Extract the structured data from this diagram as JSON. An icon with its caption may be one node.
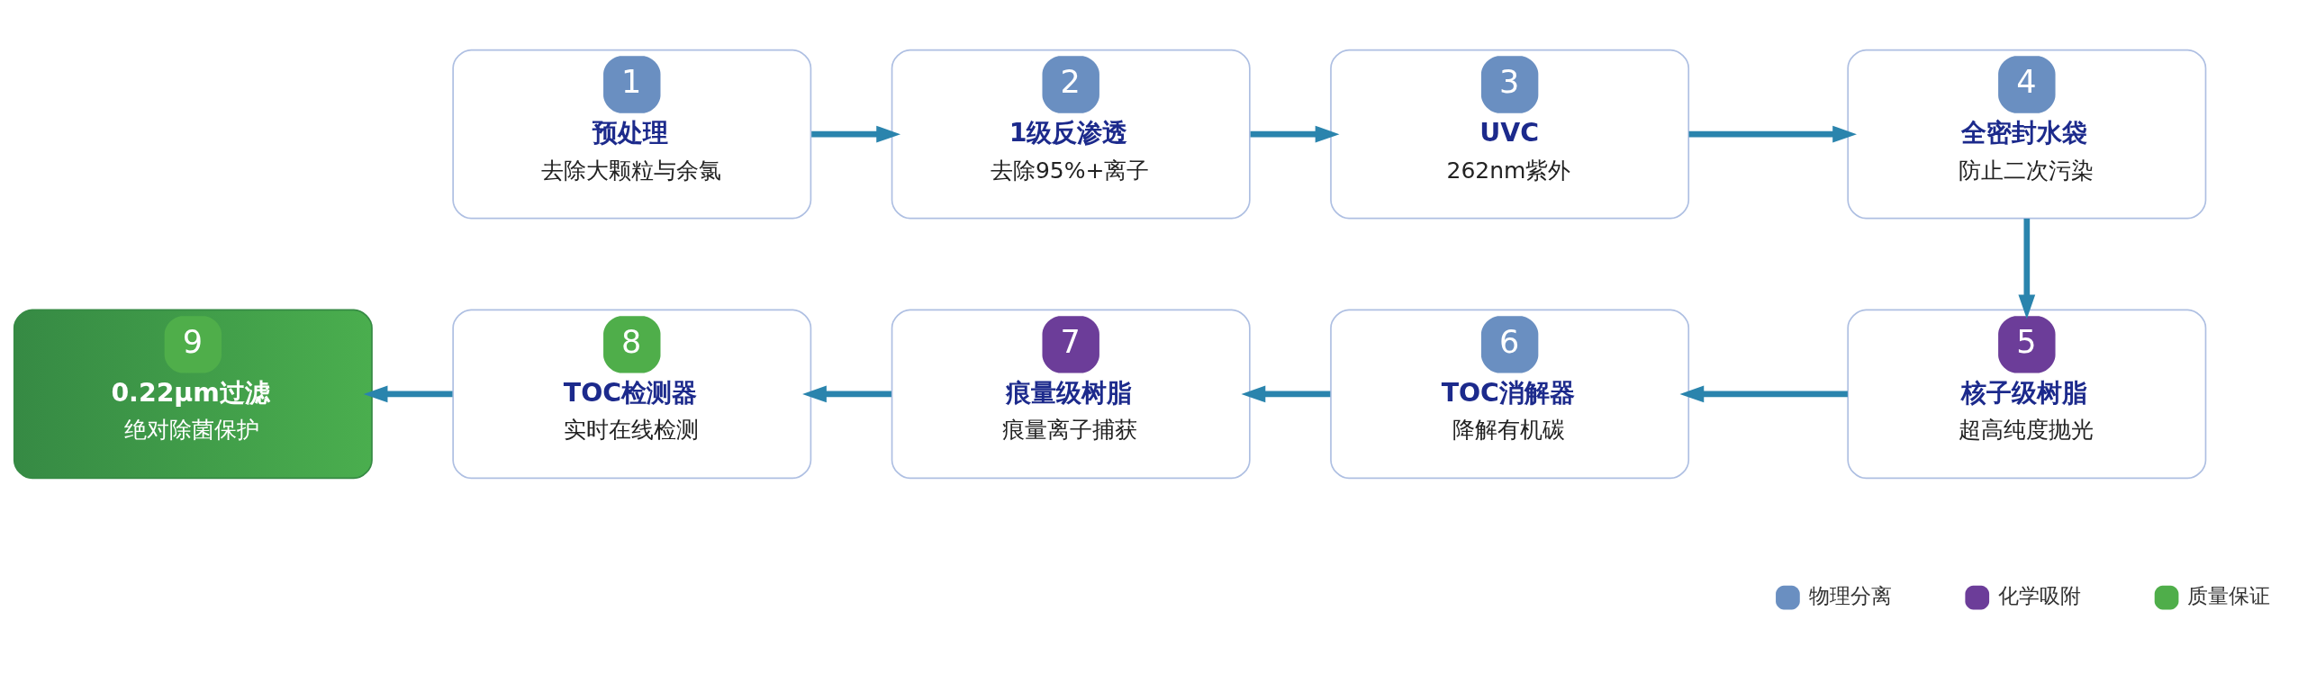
{
  "diagram": {
    "nodes": [
      {
        "text": [
          "1",
          "预处理",
          "去除大颗粒与余氯"
        ]
      },
      {
        "text": [
          "2",
          "1级反渗透",
          "去除95%+离子"
        ]
      },
      {
        "text": [
          "3",
          "UVC",
          "262nm紫外"
        ]
      },
      {
        "text": [
          "4",
          "全密封水袋",
          "防止二次污染"
        ]
      },
      {
        "text": [
          "5",
          "核子级树脂",
          "超高纯度抛光"
        ]
      },
      {
        "text": [
          "6",
          "TOC消解器",
          "降解有机碳"
        ]
      },
      {
        "text": [
          "7",
          "痕量级树脂",
          "痕量离子捕获"
        ]
      },
      {
        "text": [
          "8",
          "TOC检测器",
          "实时在线检测"
        ]
      },
      {
        "text": [
          "9",
          "0.22μm过滤",
          "绝对除菌保护"
        ]
      }
    ],
    "edges": [
      {
        "from": 0,
        "to": 1,
        "arrow": "to"
      },
      {
        "from": 1,
        "to": 2,
        "arrow": "to"
      },
      {
        "from": 2,
        "to": 3,
        "arrow": "to"
      },
      {
        "from": 3,
        "to": 4,
        "arrow": "to"
      },
      {
        "from": 4,
        "to": 5,
        "arrow": "to"
      },
      {
        "from": 5,
        "to": 6,
        "arrow": "to"
      },
      {
        "from": 6,
        "to": 7,
        "arrow": "to"
      },
      {
        "from": 7,
        "to": 8,
        "arrow": "to"
      }
    ],
    "legend": [
      {
        "text": "物理分离",
        "color": "#6a8fc1"
      },
      {
        "text": "化学吸附",
        "color": "#6c3d99"
      },
      {
        "text": "质量保证",
        "color": "#4fae4a"
      }
    ]
  }
}
